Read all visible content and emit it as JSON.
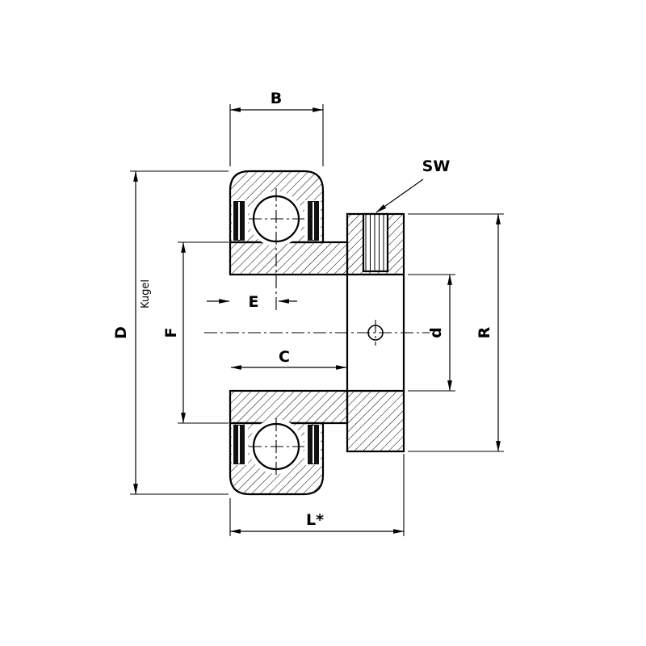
{
  "drawing": {
    "dims": {
      "B": "B",
      "SW": "SW",
      "D": "D",
      "Kugel": "Kugel",
      "F": "F",
      "E": "E",
      "C": "C",
      "d": "d",
      "R": "R",
      "L": "L*"
    },
    "colors": {
      "line": "#000000",
      "background": "#ffffff",
      "seal": "#111111"
    }
  }
}
